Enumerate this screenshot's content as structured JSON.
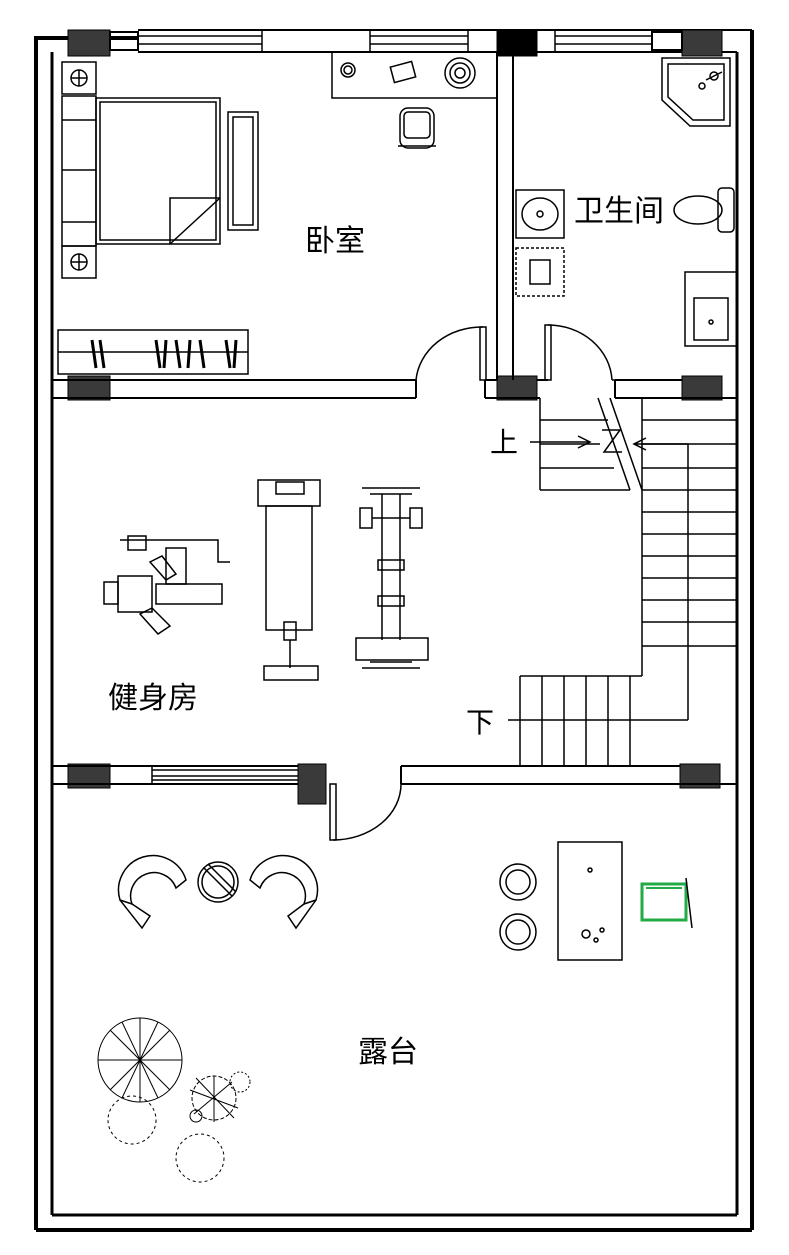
{
  "rooms": {
    "bedroom": "卧室",
    "bathroom": "卫生间",
    "gym": "健身房",
    "terrace": "露台"
  },
  "stairs": {
    "up": "上",
    "down": "下"
  },
  "colors": {
    "wall": "#000000",
    "column": "#3a3a3a",
    "highlight_chair": "#22aa44"
  }
}
